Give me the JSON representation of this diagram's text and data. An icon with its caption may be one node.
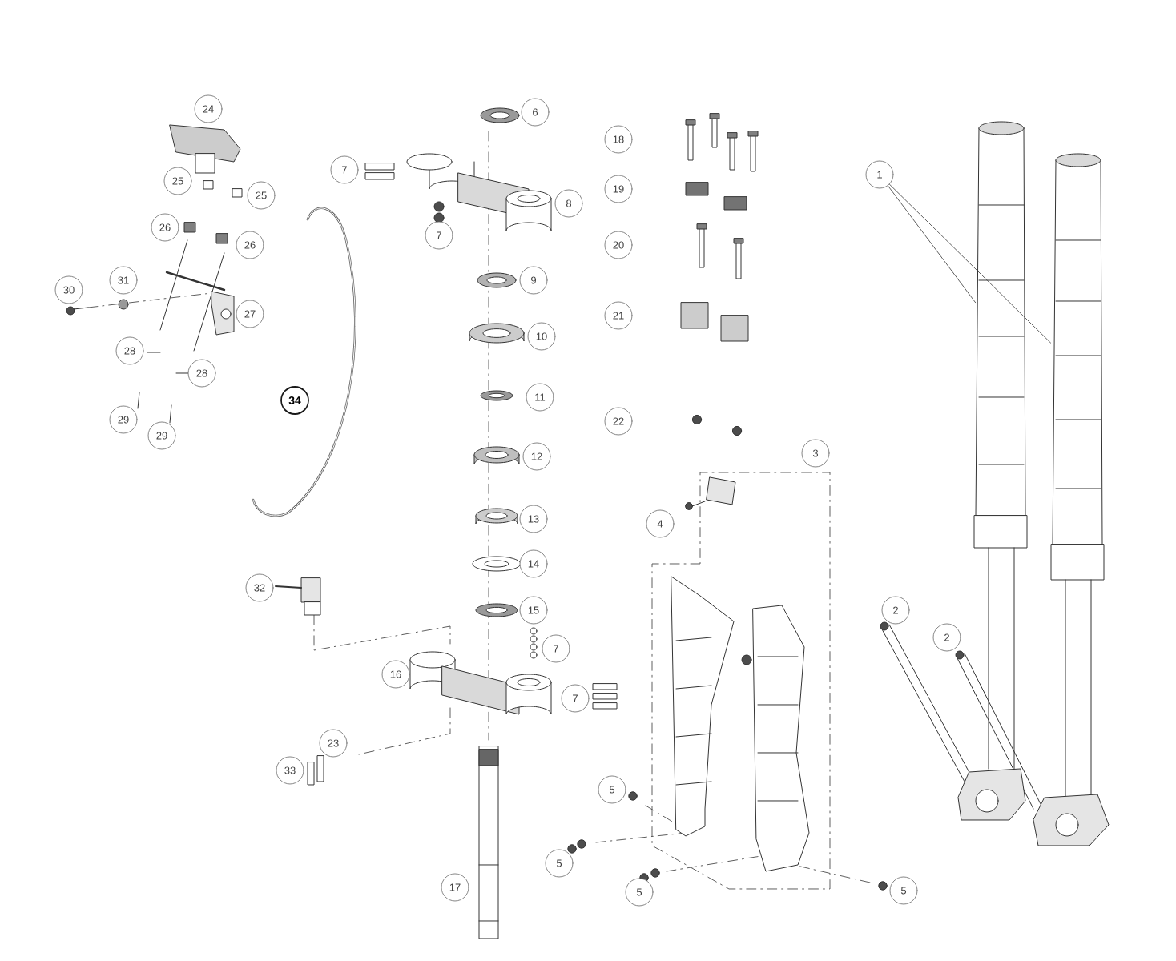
{
  "diagram": {
    "nodes": [
      {
        "text": [
          "24"
        ]
      },
      {
        "text": [
          "6"
        ]
      },
      {
        "text": [
          "18"
        ]
      },
      {
        "text": [
          "25"
        ]
      },
      {
        "text": [
          "7"
        ]
      },
      {
        "text": [
          "1"
        ]
      },
      {
        "text": [
          "25"
        ]
      },
      {
        "text": [
          "19"
        ]
      },
      {
        "text": [
          "8"
        ]
      },
      {
        "text": [
          "26"
        ]
      },
      {
        "text": [
          "7"
        ]
      },
      {
        "text": [
          "26"
        ]
      },
      {
        "text": [
          "20"
        ]
      },
      {
        "text": [
          "30"
        ]
      },
      {
        "text": [
          "31"
        ]
      },
      {
        "text": [
          "9"
        ]
      },
      {
        "text": [
          "27"
        ]
      },
      {
        "text": [
          "21"
        ]
      },
      {
        "text": [
          "10"
        ]
      },
      {
        "text": [
          "28"
        ]
      },
      {
        "text": [
          "28"
        ]
      },
      {
        "text": [
          "34"
        ]
      },
      {
        "text": [
          "11"
        ]
      },
      {
        "text": [
          "29"
        ]
      },
      {
        "text": [
          "22"
        ]
      },
      {
        "text": [
          "29"
        ]
      },
      {
        "text": [
          "12"
        ]
      },
      {
        "text": [
          "3"
        ]
      },
      {
        "text": [
          "13"
        ]
      },
      {
        "text": [
          "4"
        ]
      },
      {
        "text": [
          "14"
        ]
      },
      {
        "text": [
          "32"
        ]
      },
      {
        "text": [
          "15"
        ]
      },
      {
        "text": [
          "2"
        ]
      },
      {
        "text": [
          "7"
        ]
      },
      {
        "text": [
          "2"
        ]
      },
      {
        "text": [
          "16"
        ]
      },
      {
        "text": [
          "7"
        ]
      },
      {
        "text": [
          "23"
        ]
      },
      {
        "text": [
          "33"
        ]
      },
      {
        "text": [
          "5"
        ]
      },
      {
        "text": [
          "5"
        ]
      },
      {
        "text": [
          "17"
        ]
      },
      {
        "text": [
          "5"
        ]
      },
      {
        "text": [
          "5"
        ]
      },
      {
        "text": [],
        "shape": "picture"
      },
      {
        "text": [],
        "shape": "picture"
      }
    ],
    "edges": [
      {
        "from": 5,
        "to": 45,
        "arrow": "none"
      },
      {
        "from": 5,
        "to": 46,
        "arrow": "none"
      }
    ]
  }
}
